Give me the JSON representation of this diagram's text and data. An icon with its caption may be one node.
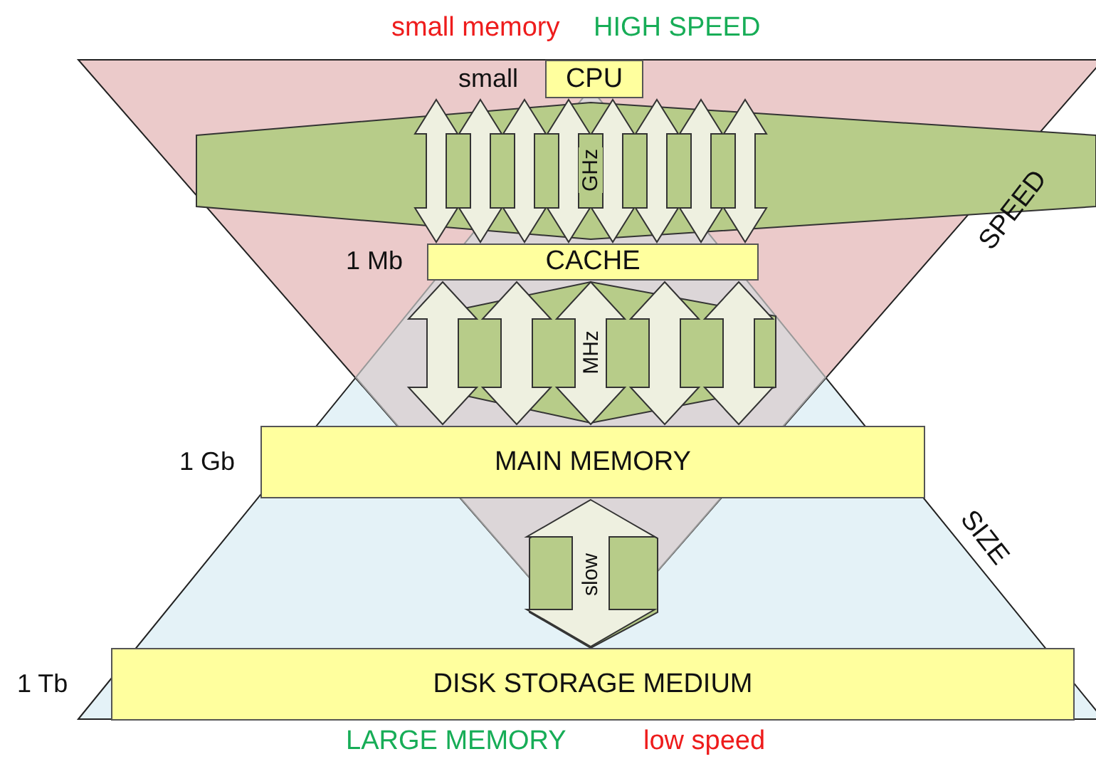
{
  "diagram": {
    "nodes": [
      {
        "text": [
          "CPU"
        ],
        "beside": [
          "small"
        ]
      },
      {
        "text": [
          "CACHE"
        ],
        "beside": [
          "1 Mb"
        ]
      },
      {
        "text": [
          "MAIN MEMORY"
        ],
        "beside": [
          "1 Gb"
        ]
      },
      {
        "text": [
          "DISK STORAGE MEDIUM"
        ],
        "beside": [
          "1 Tb"
        ]
      }
    ],
    "edges": [
      {
        "from": 0,
        "to": 1,
        "arrow": "both"
      },
      {
        "from": 0,
        "to": 1,
        "arrow": "both"
      },
      {
        "from": 0,
        "to": 1,
        "arrow": "both"
      },
      {
        "from": 0,
        "to": 1,
        "arrow": "both",
        "label": "GHz"
      },
      {
        "from": 0,
        "to": 1,
        "arrow": "both"
      },
      {
        "from": 0,
        "to": 1,
        "arrow": "both"
      },
      {
        "from": 0,
        "to": 1,
        "arrow": "both"
      },
      {
        "from": 0,
        "to": 1,
        "arrow": "both"
      },
      {
        "from": 1,
        "to": 2,
        "arrow": "both"
      },
      {
        "from": 1,
        "to": 2,
        "arrow": "both"
      },
      {
        "from": 1,
        "to": 2,
        "arrow": "both",
        "label": "MHz"
      },
      {
        "from": 1,
        "to": 2,
        "arrow": "both"
      },
      {
        "from": 1,
        "to": 2,
        "arrow": "both"
      },
      {
        "from": 2,
        "to": 3,
        "arrow": "both",
        "label": "slow"
      }
    ],
    "labels": [
      "small memory",
      "HIGH SPEED",
      "SPEED",
      "SIZE",
      "LARGE MEMORY",
      "low speed"
    ]
  }
}
